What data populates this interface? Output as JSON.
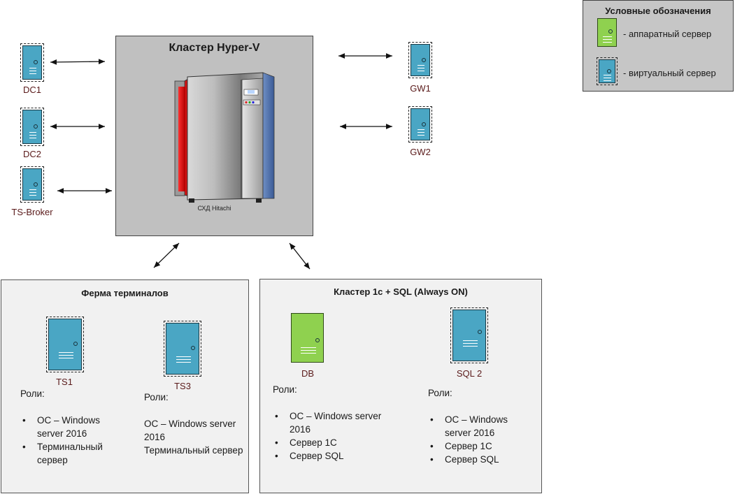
{
  "hyperv": {
    "title": "Кластер Hyper-V",
    "storage_label": "СХД Hitachi"
  },
  "legend": {
    "title": "Условные обозначения",
    "hardware_label": "- аппаратный сервер",
    "virtual_label": "- виртуальный сервер"
  },
  "servers": {
    "dc1": "DC1",
    "dc2": "DC2",
    "tsbroker": "TS-Broker",
    "gw1": "GW1",
    "gw2": "GW2",
    "ts1": "TS1",
    "ts3": "TS3",
    "db": "DB",
    "sql2": "SQL 2"
  },
  "terminal_farm": {
    "title": "Ферма терминалов",
    "ts1_roles": {
      "heading": "Роли:",
      "items": [
        "ОС – Windows server 2016",
        "Терминальный сервер"
      ]
    },
    "ts3_roles": {
      "heading": "Роли:",
      "lines": [
        "ОС – Windows server",
        "2016",
        "Терминальный сервер"
      ]
    }
  },
  "sql_cluster": {
    "title": "Кластер 1с + SQL (Always ON)",
    "db_roles": {
      "heading": "Роли:",
      "items": [
        "ОС – Windows server 2016",
        "Сервер 1С",
        "Сервер SQL"
      ]
    },
    "sql2_roles": {
      "heading": "Роли:",
      "items": [
        "ОС – Windows server 2016",
        "Сервер 1С",
        "Сервер SQL"
      ]
    }
  },
  "colors": {
    "virtual_server": "#4aa6c4",
    "hardware_server": "#8fd14f",
    "cluster_bg": "#c0c0c0",
    "group_bg": "#f1f1f1",
    "label_text": "#5a1a1a"
  }
}
